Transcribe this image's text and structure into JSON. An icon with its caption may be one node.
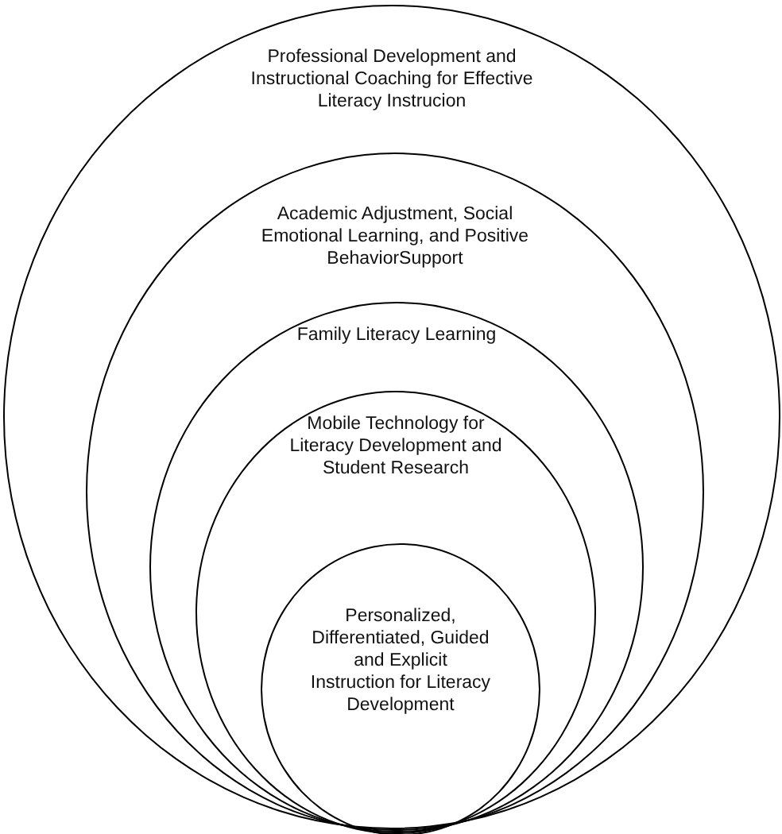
{
  "diagram": {
    "nodes": [
      {
        "text": [
          "Professional Development and Instructional Coaching for Effective Literacy Instrucion"
        ]
      },
      {
        "text": [
          "Academic Adjustment, Social Emotional Learning, and Positive BehaviorSupport"
        ],
        "in": 0
      },
      {
        "text": [
          "Family Literacy Learning"
        ],
        "in": 1
      },
      {
        "text": [
          "Mobile Technology for Literacy Development and Student Research"
        ],
        "in": 2
      },
      {
        "text": [
          "Personalized, Differentiated, Guided and Explicit Instruction for Literacy Development"
        ],
        "in": 3
      }
    ]
  }
}
